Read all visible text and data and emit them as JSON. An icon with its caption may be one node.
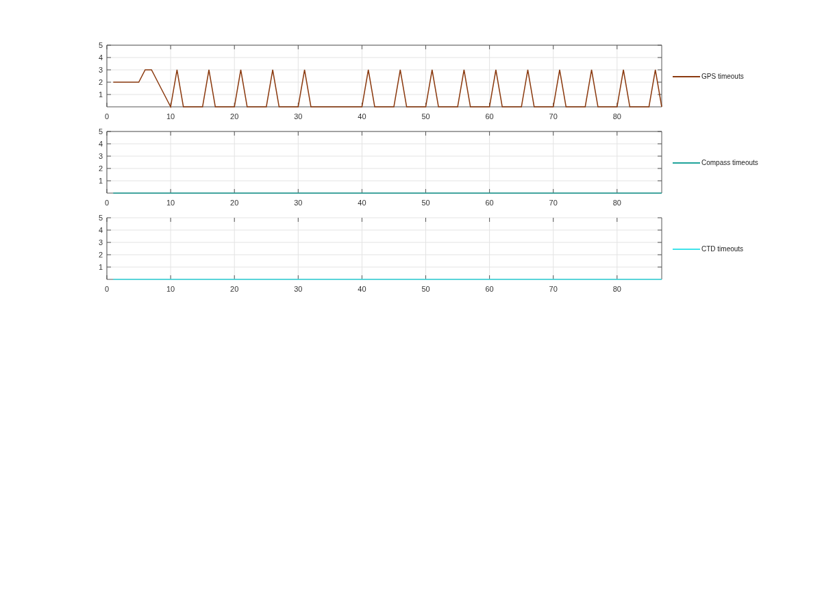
{
  "diagram": {
    "chart_data": [
      {
        "type": "line",
        "x": [
          1,
          2,
          3,
          4,
          5,
          6,
          7,
          8,
          9,
          10,
          11,
          12,
          13,
          14,
          15,
          16,
          17,
          18,
          19,
          20,
          21,
          22,
          23,
          24,
          25,
          26,
          27,
          28,
          29,
          30,
          31,
          32,
          33,
          34,
          35,
          36,
          37,
          38,
          39,
          40,
          41,
          42,
          43,
          44,
          45,
          46,
          47,
          48,
          49,
          50,
          51,
          52,
          53,
          54,
          55,
          56,
          57,
          58,
          59,
          60,
          61,
          62,
          63,
          64,
          65,
          66,
          67,
          68,
          69,
          70,
          71,
          72,
          73,
          74,
          75,
          76,
          77,
          78,
          79,
          80,
          81,
          82,
          83,
          84,
          85,
          86,
          87
        ],
        "xlim": [
          0,
          87
        ],
        "ylim": [
          0,
          5
        ],
        "xticks": [
          0,
          10,
          20,
          30,
          40,
          50,
          60,
          70,
          80
        ],
        "yticks": [
          1,
          2,
          3,
          4,
          5
        ],
        "grid": true,
        "series": [
          {
            "name": "GPS timeouts",
            "color": "#8b3a0f",
            "values": [
              2,
              2,
              2,
              2,
              2,
              3,
              3,
              2,
              1,
              0,
              3,
              0,
              0,
              0,
              0,
              3,
              0,
              0,
              0,
              0,
              3,
              0,
              0,
              0,
              0,
              3,
              0,
              0,
              0,
              0,
              3,
              0,
              0,
              0,
              0,
              0,
              0,
              0,
              0,
              0,
              3,
              0,
              0,
              0,
              0,
              3,
              0,
              0,
              0,
              0,
              3,
              0,
              0,
              0,
              0,
              3,
              0,
              0,
              0,
              0,
              3,
              0,
              0,
              0,
              0,
              3,
              0,
              0,
              0,
              0,
              3,
              0,
              0,
              0,
              0,
              3,
              0,
              0,
              0,
              0,
              3,
              0,
              0,
              0,
              0,
              3,
              0
            ]
          }
        ]
      },
      {
        "type": "line",
        "x": [
          1,
          87
        ],
        "xlim": [
          0,
          87
        ],
        "ylim": [
          0,
          5
        ],
        "xticks": [
          0,
          10,
          20,
          30,
          40,
          50,
          60,
          70,
          80
        ],
        "yticks": [
          1,
          2,
          3,
          4,
          5
        ],
        "grid": true,
        "series": [
          {
            "name": "Compass timeouts",
            "color": "#1fa39a",
            "values": [
              0,
              0
            ]
          }
        ]
      },
      {
        "type": "line",
        "x": [
          1,
          87
        ],
        "xlim": [
          0,
          87
        ],
        "ylim": [
          0,
          5
        ],
        "xticks": [
          0,
          10,
          20,
          30,
          40,
          50,
          60,
          70,
          80
        ],
        "yticks": [
          1,
          2,
          3,
          4,
          5
        ],
        "grid": true,
        "series": [
          {
            "name": "CTD timeouts",
            "color": "#3fe3ea",
            "values": [
              0,
              0
            ]
          }
        ]
      }
    ]
  }
}
